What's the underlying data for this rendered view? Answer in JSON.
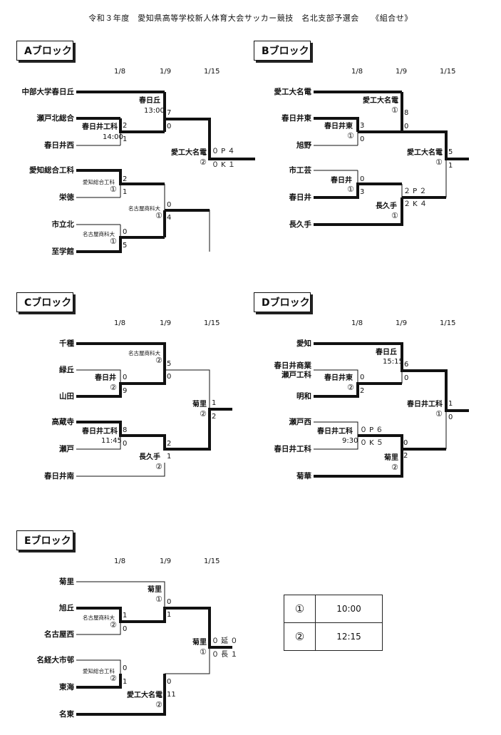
{
  "header": "令和３年度　愛知県高等学校新人体育大会サッカー競技　名北支部予選会　　《組合せ》",
  "dates": {
    "d1": "1/8",
    "d2": "1/9",
    "d3": "1/15"
  },
  "blockA": {
    "title": "Aブロック",
    "teams": [
      "中部大学春日丘",
      "瀬戸北総合",
      "春日井西",
      "愛知総合工科",
      "栄徳",
      "市立北",
      "至学館"
    ],
    "w1": "春日井工科",
    "w1_time": "14:00",
    "w1_s1": "2",
    "w1_s2": "1",
    "w2": "春日丘",
    "w2_time": "13:00",
    "w2_s1": "7",
    "w2_s2": "0",
    "w3": "愛知総合工科",
    "w3_c": "①",
    "w3_s1": "2",
    "w3_s2": "1",
    "w4": "名古屋商科大",
    "w4_c": "①",
    "w4_s1": "0",
    "w4_s2": "5",
    "w5": "名古屋商科大",
    "w5_c": "①",
    "w5_s1": "0",
    "w5_s2": "4",
    "w6": "愛工大名電",
    "w6_c": "②",
    "w6_s1": "０ P ４",
    "w6_s2": "０ K １"
  },
  "blockB": {
    "title": "Bブロック",
    "teams": [
      "愛工大名電",
      "春日井東",
      "旭野",
      "市工芸",
      "春日井",
      "長久手"
    ],
    "w1": "春日井東",
    "w1_c": "①",
    "w1_s1": "3",
    "w1_s2": "0",
    "w2": "愛工大名電",
    "w2_c": "①",
    "w2_s1": "8",
    "w2_s2": "0",
    "w3": "春日井",
    "w3_c": "①",
    "w3_s1": "0",
    "w3_s2": "3",
    "w4": "長久手",
    "w4_c": "①",
    "w4_s1": "２ P ２",
    "w4_s2": "２ K ４",
    "w5": "愛工大名電",
    "w5_c": "①",
    "w5_s1": "5",
    "w5_s2": "1"
  },
  "blockC": {
    "title": "Cブロック",
    "teams": [
      "千種",
      "緑丘",
      "山田",
      "高蔵寺",
      "瀬戸",
      "春日井南"
    ],
    "w1": "春日井",
    "w1_c": "②",
    "w1_s1": "0",
    "w1_s2": "9",
    "w2": "名古屋商科大",
    "w2_c": "②",
    "w2_s1": "5",
    "w2_s2": "0",
    "w3": "春日井工科",
    "w3_time": "11:45",
    "w3_s1": "8",
    "w3_s2": "0",
    "w4": "長久手",
    "w4_c": "②",
    "w4_s1": "2",
    "w4_s2": "1",
    "w5": "菊里",
    "w5_c": "②",
    "w5_s1": "1",
    "w5_s2": "2"
  },
  "blockD": {
    "title": "Dブロック",
    "teams": [
      "愛知",
      "春日井商業",
      "瀬戸工科",
      "明和",
      "瀬戸西",
      "春日井工科",
      "菊華"
    ],
    "w1": "春日井東",
    "w1_c": "②",
    "w1_s1": "0",
    "w1_s2": "2",
    "w2": "春日丘",
    "w2_time": "15:15",
    "w2_s1": "6",
    "w2_s2": "0",
    "w3": "春日井工科",
    "w3_time": "9:30",
    "w3_s1": "０ P ６",
    "w3_s2": "０ K ５",
    "w4": "菊里",
    "w4_c": "②",
    "w4_s1": "0",
    "w4_s2": "2",
    "w5": "春日井工科",
    "w5_c": "①",
    "w5_s1": "1",
    "w5_s2": "0"
  },
  "blockE": {
    "title": "Eブロック",
    "teams": [
      "菊里",
      "旭丘",
      "名古屋西",
      "名経大市邨",
      "東海",
      "名東"
    ],
    "w1": "名古屋商科大",
    "w1_c": "②",
    "w1_s1": "1",
    "w1_s2": "0",
    "w2": "菊里",
    "w2_c": "①",
    "w2_s1": "0",
    "w2_s2": "1",
    "w3": "愛知総合工科",
    "w3_c": "②",
    "w3_s1": "0",
    "w3_s2": "1",
    "w4": "愛工大名電",
    "w4_c": "②",
    "w4_s1": "0",
    "w4_s2": "11",
    "w5": "菊里",
    "w5_c": "①",
    "w5_s1": "０ 延 ０",
    "w5_s2": "０ 長 １"
  },
  "legend": [
    {
      "mark": "①",
      "time": "10:00"
    },
    {
      "mark": "②",
      "time": "12:15"
    }
  ]
}
